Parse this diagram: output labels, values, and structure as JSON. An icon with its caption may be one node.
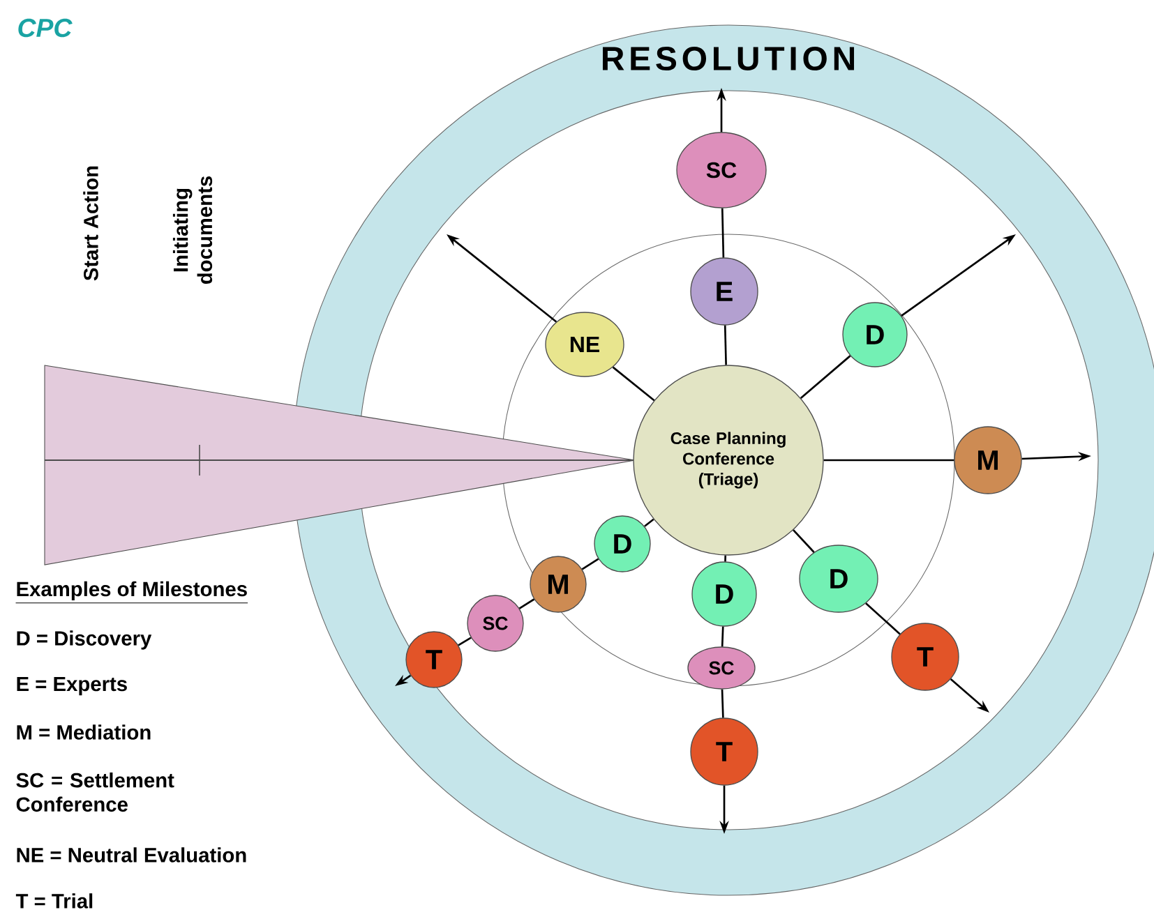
{
  "diagram": {
    "title": "CPC",
    "nodes": [
      {
        "text": [
          "Case Planning Conference (Triage)"
        ]
      },
      {
        "text": [
          "SC"
        ]
      },
      {
        "text": [
          "E"
        ]
      },
      {
        "text": [
          "NE"
        ]
      },
      {
        "text": [
          "D"
        ]
      },
      {
        "text": [
          "M"
        ]
      },
      {
        "text": [
          "D"
        ]
      },
      {
        "text": [
          "M"
        ]
      },
      {
        "text": [
          "SC"
        ]
      },
      {
        "text": [
          "T"
        ]
      },
      {
        "text": [
          "D"
        ]
      },
      {
        "text": [
          "SC"
        ]
      },
      {
        "text": [
          "T"
        ]
      },
      {
        "text": [
          "D"
        ]
      },
      {
        "text": [
          "T"
        ]
      }
    ],
    "edges": [
      {
        "from": 0,
        "to": 2,
        "arrow": "none"
      },
      {
        "from": 2,
        "to": 1,
        "arrow": "none"
      },
      {
        "from": 1,
        "to": null,
        "arrow": "to"
      },
      {
        "from": 0,
        "to": 3,
        "arrow": "none"
      },
      {
        "from": 3,
        "to": null,
        "arrow": "to"
      },
      {
        "from": 0,
        "to": 4,
        "arrow": "none"
      },
      {
        "from": 4,
        "to": null,
        "arrow": "to"
      },
      {
        "from": 0,
        "to": 5,
        "arrow": "none"
      },
      {
        "from": 5,
        "to": null,
        "arrow": "to"
      },
      {
        "from": 0,
        "to": 6,
        "arrow": "none"
      },
      {
        "from": 6,
        "to": 7,
        "arrow": "none"
      },
      {
        "from": 7,
        "to": 8,
        "arrow": "none"
      },
      {
        "from": 8,
        "to": 9,
        "arrow": "none"
      },
      {
        "from": 9,
        "to": null,
        "arrow": "to"
      },
      {
        "from": 0,
        "to": 10,
        "arrow": "none"
      },
      {
        "from": 10,
        "to": 11,
        "arrow": "none"
      },
      {
        "from": 11,
        "to": 12,
        "arrow": "none"
      },
      {
        "from": 12,
        "to": null,
        "arrow": "to"
      },
      {
        "from": 0,
        "to": 13,
        "arrow": "none"
      },
      {
        "from": 13,
        "to": 14,
        "arrow": "none"
      },
      {
        "from": 14,
        "to": null,
        "arrow": "to"
      }
    ],
    "labels": [
      "RESOLUTION",
      "Start Action",
      "Initiating documents",
      "Examples of Milestones",
      "D = Discovery",
      "E = Experts",
      "M = Mediation",
      "SC = Settlement Conference",
      "NE = Neutral Evaluation",
      "T = Trial"
    ]
  }
}
